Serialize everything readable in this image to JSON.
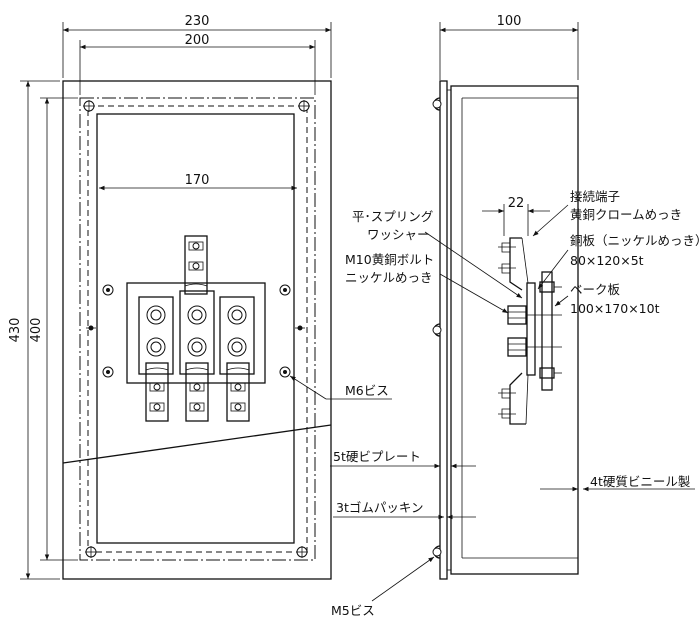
{
  "dimensions": {
    "width_outer": "230",
    "width_inner": "200",
    "bus_width": "170",
    "height_outer": "430",
    "height_inner": "400",
    "depth": "100",
    "terminal_width": "22"
  },
  "labels": {
    "washer_line1": "平･スプリング",
    "washer_line2": "ワッシャー",
    "bolt_line1": "M10黄銅ボルト",
    "bolt_line2": "ニッケルめっき",
    "terminal_line1": "接続端子",
    "terminal_line2": "黄銅クロームめっき",
    "copper_line1": "銅板（ニッケルめっき）",
    "copper_line2": "80×120×5t",
    "bake_line1": "ベーク板",
    "bake_line2": "100×170×10t",
    "m6_screw": "M6ビス",
    "vinyl_plate": "5t硬ビプレート",
    "rubber_packing": "3tゴムパッキン",
    "hard_vinyl": "4t硬質ビニール製",
    "m5_screw": "M5ビス"
  }
}
